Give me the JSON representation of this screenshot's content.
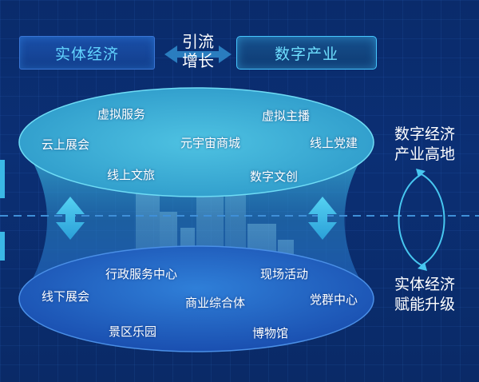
{
  "header": {
    "left_button": "实体经济",
    "right_button": "数字产业",
    "center_line1": "引流",
    "center_line2": "增长"
  },
  "upper_layer": {
    "items": [
      "虚拟服务",
      "虚拟主播",
      "云上展会",
      "元宇宙商城",
      "线上党建",
      "线上文旅",
      "数字文创"
    ]
  },
  "lower_layer": {
    "items": [
      "行政服务中心",
      "现场活动",
      "线下展会",
      "商业综合体",
      "党群中心",
      "景区乐园",
      "博物馆"
    ]
  },
  "side_labels": {
    "top_line1": "数字经济",
    "top_line2": "产业高地",
    "bottom_line1": "实体经济",
    "bottom_line2": "赋能升级"
  },
  "colors": {
    "background": "#0b2f74",
    "upper_ellipse": "#2fa6cf",
    "lower_ellipse": "#1f63c4",
    "accent": "#47c7f0"
  }
}
